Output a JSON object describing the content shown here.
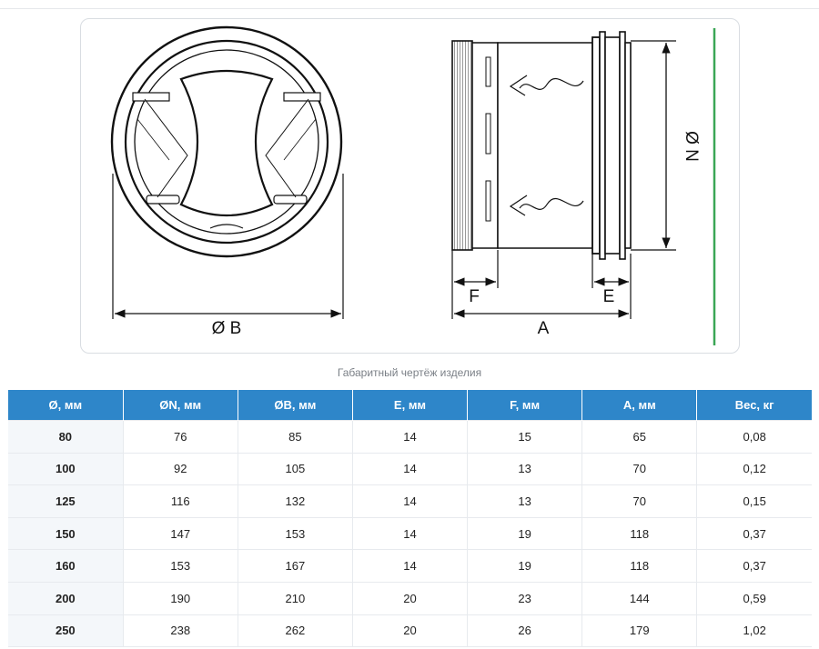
{
  "drawing": {
    "label_ob": "Ø B",
    "label_on": "Ø N",
    "label_f": "F",
    "label_e": "E",
    "label_a": "A"
  },
  "caption": "Габаритный чертёж изделия",
  "table": {
    "headers": [
      "Ø, мм",
      "ØN, мм",
      "ØB, мм",
      "E, мм",
      "F, мм",
      "A, мм",
      "Вес, кг"
    ],
    "rows": [
      [
        "80",
        "76",
        "85",
        "14",
        "15",
        "65",
        "0,08"
      ],
      [
        "100",
        "92",
        "105",
        "14",
        "13",
        "70",
        "0,12"
      ],
      [
        "125",
        "116",
        "132",
        "14",
        "13",
        "70",
        "0,15"
      ],
      [
        "150",
        "147",
        "153",
        "14",
        "19",
        "118",
        "0,37"
      ],
      [
        "160",
        "153",
        "167",
        "14",
        "19",
        "118",
        "0,37"
      ],
      [
        "200",
        "190",
        "210",
        "20",
        "23",
        "144",
        "0,59"
      ],
      [
        "250",
        "238",
        "262",
        "20",
        "26",
        "179",
        "1,02"
      ]
    ]
  },
  "colors": {
    "header_bg": "#2e86c9",
    "accent_line": "#3aa655"
  }
}
